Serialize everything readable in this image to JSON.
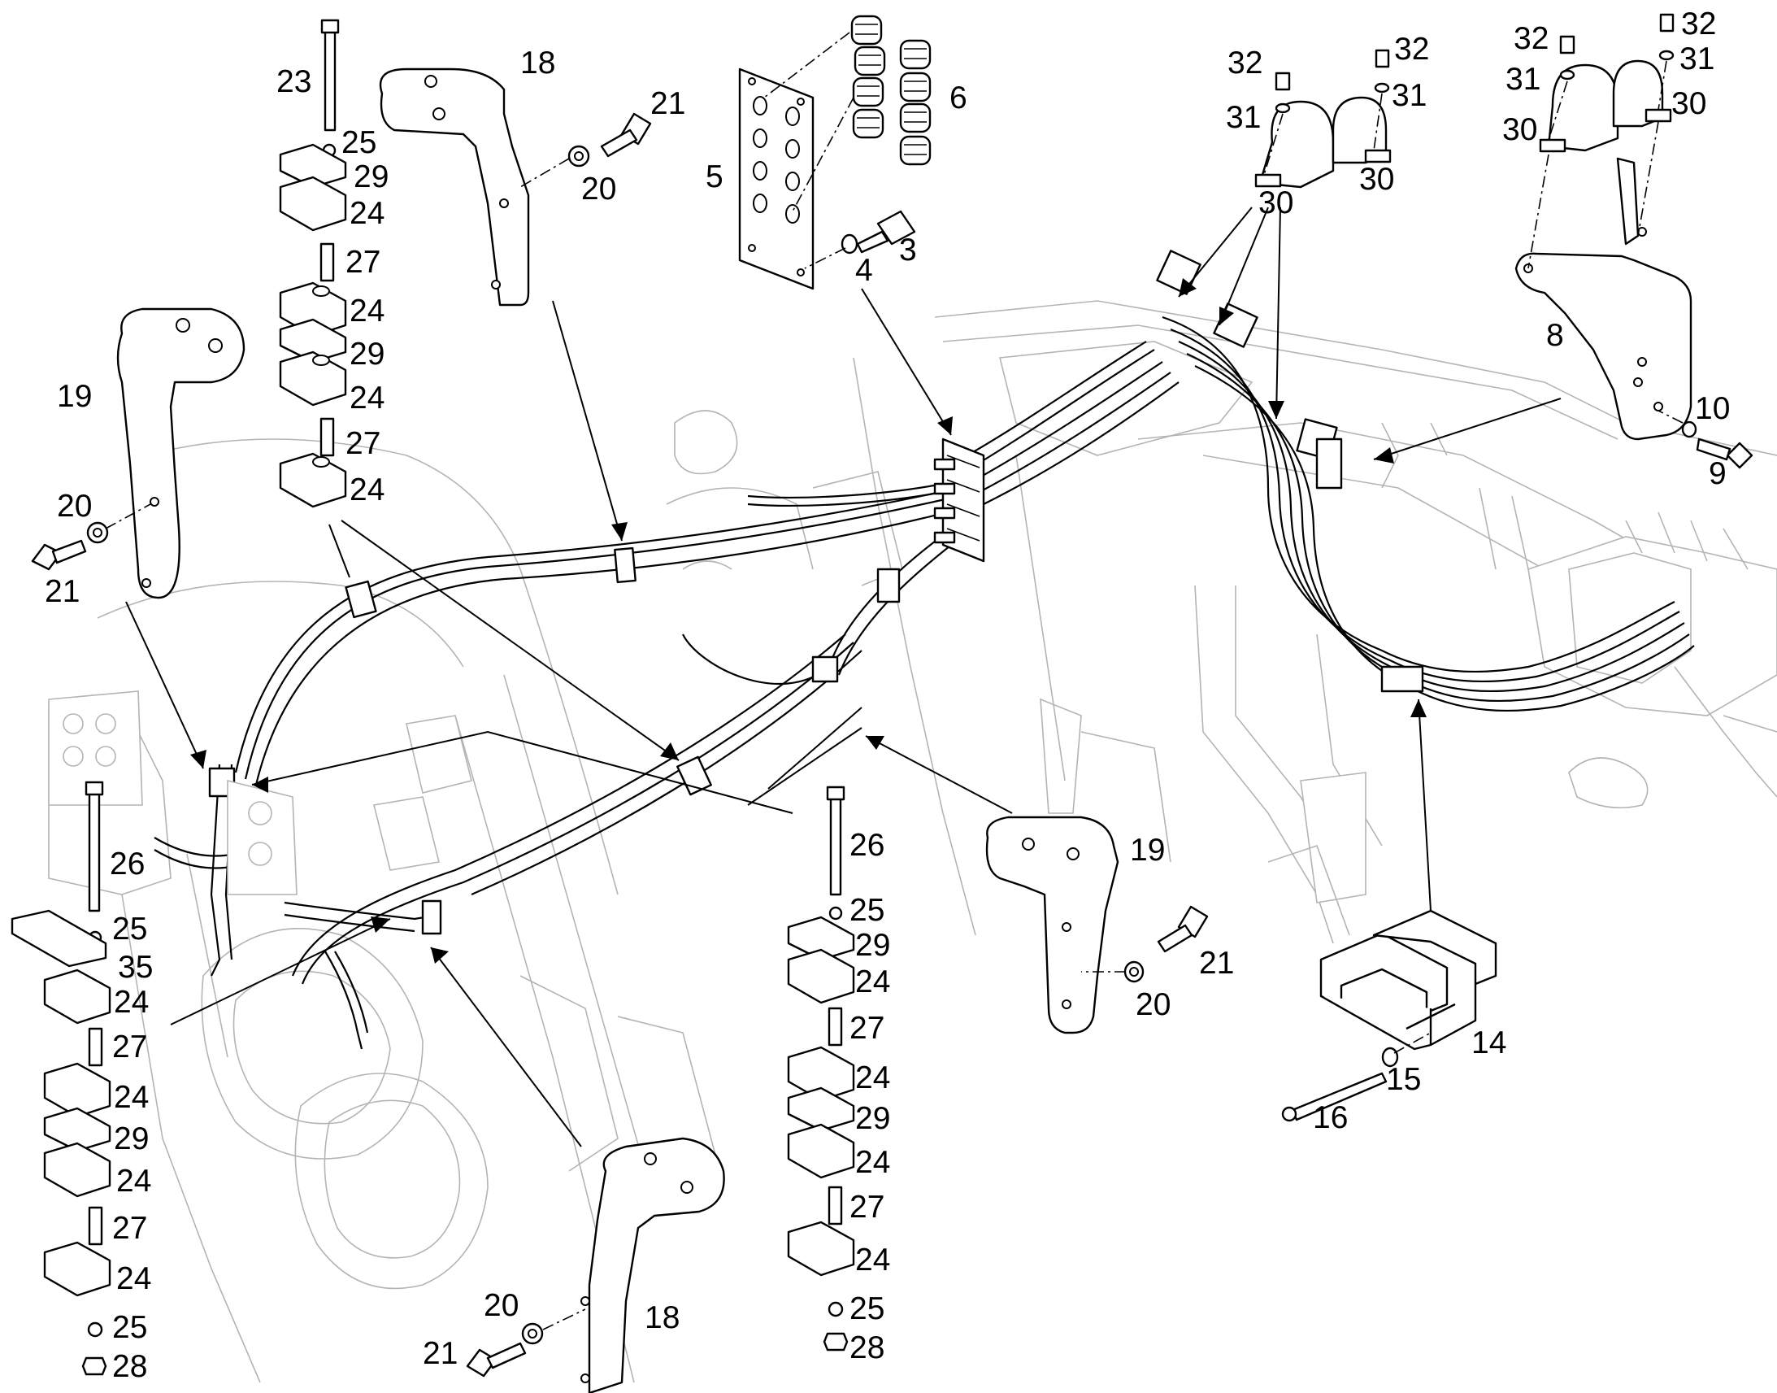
{
  "callouts": [
    {
      "text": "23"
    },
    {
      "text": "18"
    },
    {
      "text": "21"
    },
    {
      "text": "25"
    },
    {
      "text": "29"
    },
    {
      "text": "20"
    },
    {
      "text": "24"
    },
    {
      "text": "27"
    },
    {
      "text": "24"
    },
    {
      "text": "29"
    },
    {
      "text": "24"
    },
    {
      "text": "27"
    },
    {
      "text": "24"
    },
    {
      "text": "19"
    },
    {
      "text": "20"
    },
    {
      "text": "21"
    },
    {
      "text": "5"
    },
    {
      "text": "6"
    },
    {
      "text": "3"
    },
    {
      "text": "4"
    },
    {
      "text": "32"
    },
    {
      "text": "32"
    },
    {
      "text": "31"
    },
    {
      "text": "31"
    },
    {
      "text": "30"
    },
    {
      "text": "30"
    },
    {
      "text": "32"
    },
    {
      "text": "32"
    },
    {
      "text": "31"
    },
    {
      "text": "31"
    },
    {
      "text": "30"
    },
    {
      "text": "30"
    },
    {
      "text": "8"
    },
    {
      "text": "10"
    },
    {
      "text": "9"
    },
    {
      "text": "26"
    },
    {
      "text": "25"
    },
    {
      "text": "35"
    },
    {
      "text": "24"
    },
    {
      "text": "27"
    },
    {
      "text": "24"
    },
    {
      "text": "29"
    },
    {
      "text": "24"
    },
    {
      "text": "27"
    },
    {
      "text": "24"
    },
    {
      "text": "25"
    },
    {
      "text": "28"
    },
    {
      "text": "26"
    },
    {
      "text": "25"
    },
    {
      "text": "29"
    },
    {
      "text": "24"
    },
    {
      "text": "27"
    },
    {
      "text": "24"
    },
    {
      "text": "29"
    },
    {
      "text": "24"
    },
    {
      "text": "27"
    },
    {
      "text": "24"
    },
    {
      "text": "25"
    },
    {
      "text": "28"
    },
    {
      "text": "19"
    },
    {
      "text": "21"
    },
    {
      "text": "20"
    },
    {
      "text": "14"
    },
    {
      "text": "15"
    },
    {
      "text": "16"
    },
    {
      "text": "20"
    },
    {
      "text": "21"
    },
    {
      "text": "18"
    }
  ]
}
